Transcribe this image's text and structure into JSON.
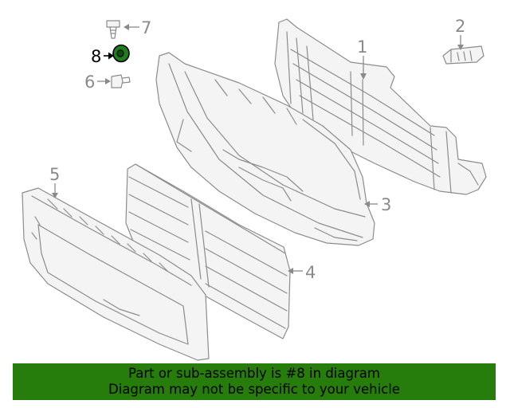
{
  "callouts": {
    "c1": "1",
    "c2": "2",
    "c3": "3",
    "c4": "4",
    "c5": "5",
    "c6": "6",
    "c7": "7",
    "c8": "8"
  },
  "highlight": {
    "part_number": "8",
    "color": "#1f7d1f"
  },
  "banner": {
    "line1": "Part or sub-assembly is #8 in diagram",
    "line2": "Diagram may not be specific to your vehicle",
    "background": "#267d0b"
  }
}
